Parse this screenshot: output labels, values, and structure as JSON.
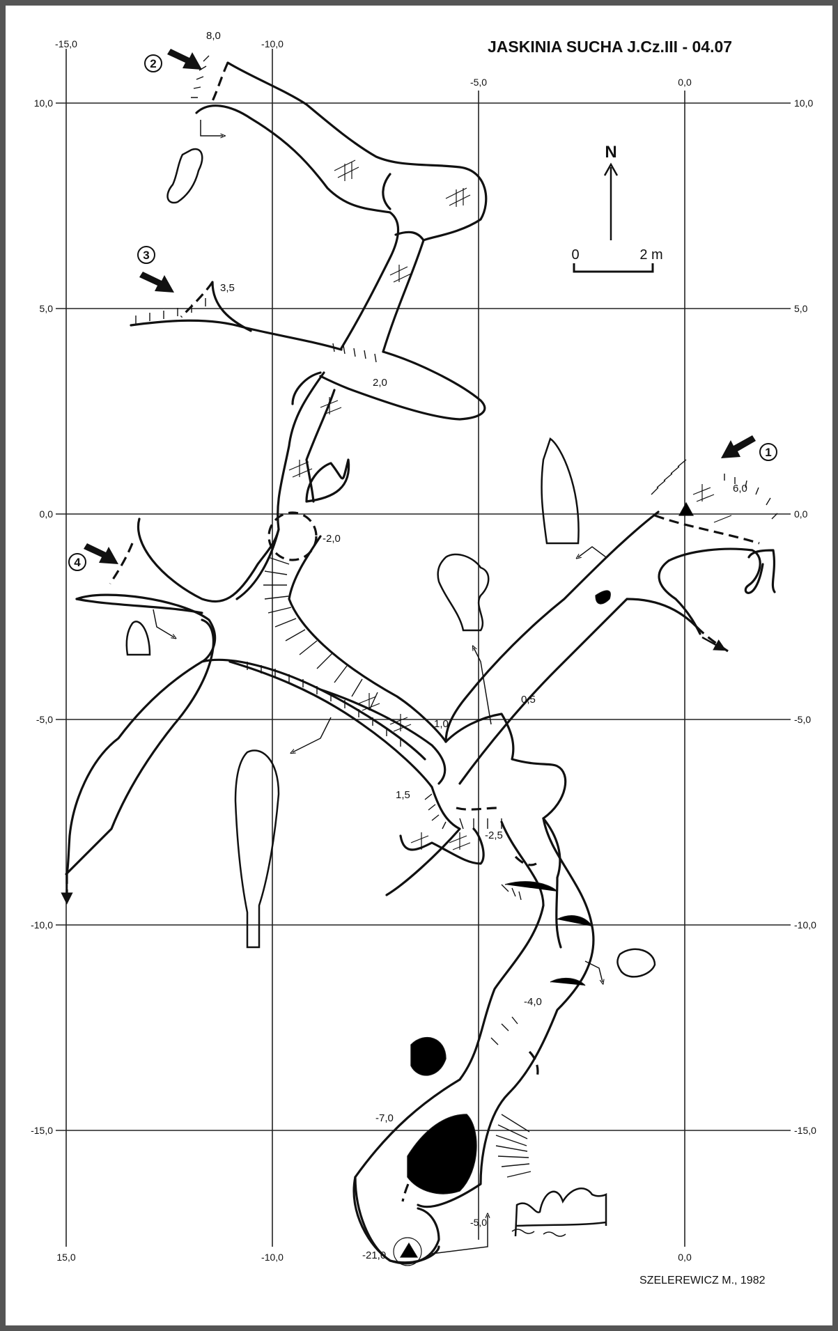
{
  "title": "JASKINIA SUCHA  J.Cz.III - 04.07",
  "author": "SZELEREWICZ M., 1982",
  "north_label": "N",
  "scale": {
    "start": "0",
    "end": "2 m"
  },
  "grid": {
    "x_top": [
      "-15,0",
      "-10,0",
      "-5,0",
      "0,0"
    ],
    "x_bottom": [
      "15,0",
      "-10,0",
      "-5,0",
      "0,0"
    ],
    "y_left": [
      "10,0",
      "5,0",
      "0,0",
      "-5,0",
      "-10,0",
      "-15,0"
    ],
    "y_right": [
      "10,0",
      "5,0",
      "0,0",
      "-5,0",
      "-10,0",
      "-15,0"
    ]
  },
  "depths": [
    "8,0",
    "3,5",
    "2,0",
    "-2,0",
    "6,0",
    "0,5",
    "1,0",
    "1,5",
    "-2,5",
    "-4,0",
    "-7,0",
    "-21,0"
  ],
  "entrances": [
    "1",
    "2",
    "3",
    "4"
  ],
  "colors": {
    "ink": "#111111",
    "frame": "#555555",
    "background": "#ffffff"
  }
}
